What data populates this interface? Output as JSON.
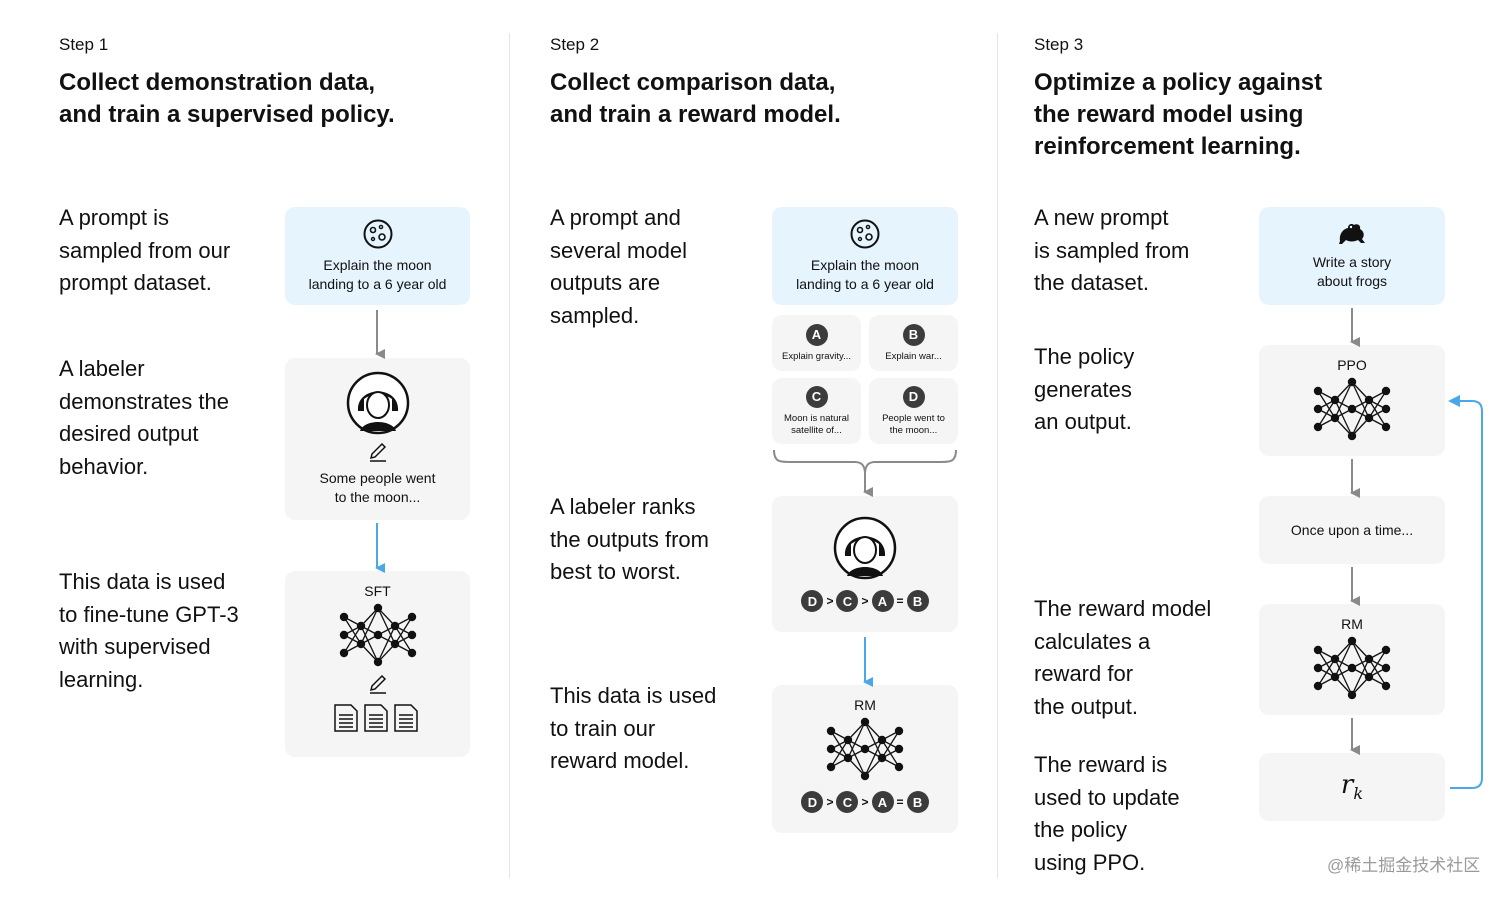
{
  "steps": [
    {
      "label": "Step 1",
      "title_line1": "Collect demonstration data,",
      "title_line2": "and train a supervised policy.",
      "desc1": [
        "A prompt is",
        "sampled from our",
        "prompt dataset."
      ],
      "desc2": [
        "A labeler",
        "demonstrates the",
        "desired output",
        "behavior."
      ],
      "desc3": [
        "This data is used",
        "to fine-tune GPT-3",
        "with supervised",
        "learning."
      ],
      "prompt_line1": "Explain the moon",
      "prompt_line2": "landing to a 6 year old",
      "demo_line1": "Some people went",
      "demo_line2": "to the moon...",
      "model_label": "SFT"
    },
    {
      "label": "Step 2",
      "title_line1": "Collect comparison data,",
      "title_line2": "and train a reward model.",
      "desc1": [
        "A prompt and",
        "several model",
        "outputs are",
        "sampled."
      ],
      "desc2": [
        "A labeler ranks",
        "the outputs from",
        "best to worst."
      ],
      "desc3": [
        "This data is used",
        "to train our",
        "reward model."
      ],
      "prompt_line1": "Explain the moon",
      "prompt_line2": "landing to a 6 year old",
      "outputs": [
        {
          "letter": "A",
          "line1": "Explain gravity...",
          "line2": ""
        },
        {
          "letter": "B",
          "line1": "Explain war...",
          "line2": ""
        },
        {
          "letter": "C",
          "line1": "Moon is natural",
          "line2": "satellite of..."
        },
        {
          "letter": "D",
          "line1": "People went to",
          "line2": "the moon..."
        }
      ],
      "ranking": [
        "D",
        ">",
        "C",
        ">",
        "A",
        "=",
        "B"
      ],
      "model_label": "RM"
    },
    {
      "label": "Step 3",
      "title_line1": "Optimize a policy against",
      "title_line2": "the reward model using",
      "title_line3": "reinforcement learning.",
      "desc1": [
        "A new prompt",
        "is sampled from",
        "the dataset."
      ],
      "desc2": [
        "The policy",
        "generates",
        "an output."
      ],
      "desc3": [
        "The reward model",
        "calculates a",
        "reward for",
        "the output."
      ],
      "desc4": [
        "The reward is",
        "used to update",
        "the policy",
        "using PPO."
      ],
      "prompt_line1": "Write a story",
      "prompt_line2": "about frogs",
      "policy_label": "PPO",
      "output_text": "Once upon a time...",
      "rm_label": "RM",
      "reward_symbol": "r",
      "reward_sub": "k"
    }
  ],
  "watermark": "@稀土掘金技术社区",
  "colors": {
    "blue_box": "#e6f4fd",
    "gray_box": "#f5f5f5",
    "arrow_gray": "#8a8a8a",
    "arrow_blue": "#4aa8e8"
  }
}
